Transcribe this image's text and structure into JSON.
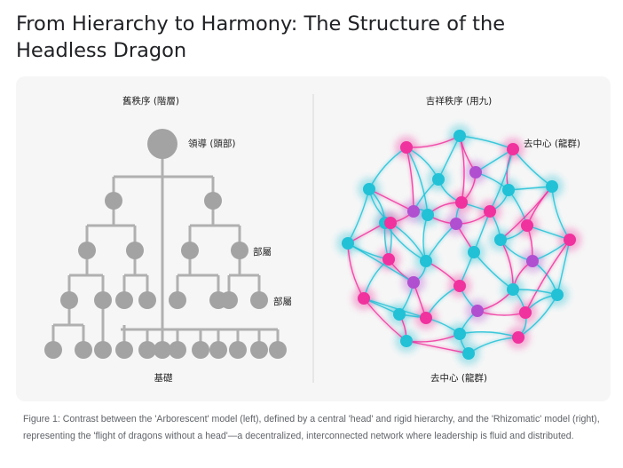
{
  "title": "From Hierarchy to Harmony: The Structure of the Headless Dragon",
  "left_panel": {
    "heading": "舊秩序 (階層)",
    "leader_label": "領導 (頭部)",
    "subordinate_label_1": "部屬",
    "subordinate_label_2": "部屬",
    "base_label": "基礎"
  },
  "right_panel": {
    "heading": "吉祥秩序 (用九)",
    "top_label": "去中心 (龍群)",
    "bottom_label": "去中心 (龍群)"
  },
  "colors": {
    "tree_node": "#a3a3a3",
    "tree_line": "#b0b0b0",
    "node_cyan": "#22c1d6",
    "node_pink": "#f0329e",
    "node_violet": "#b04fd0"
  },
  "caption": "Figure 1: Contrast between the 'Arborescent' model (left), defined by a central 'head' and rigid hierarchy, and the 'Rhizomatic' model (right), representing the 'flight of dragons without a head'—a decentralized, interconnected network where leadership is fluid and distributed."
}
